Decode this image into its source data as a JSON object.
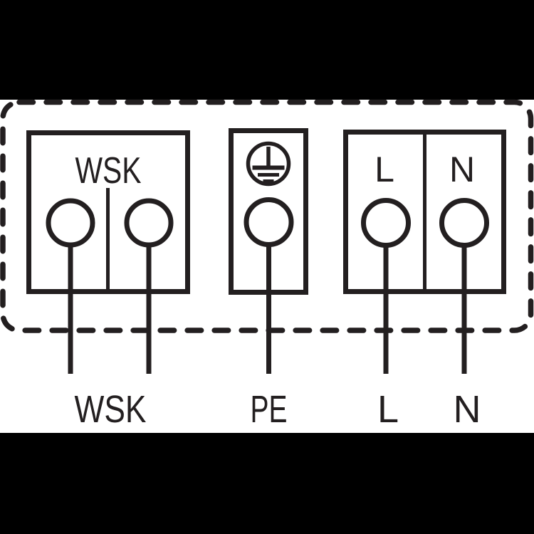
{
  "diagram": {
    "colors": {
      "letterbox": "#000000",
      "panel": "#ffffff",
      "line": "#231f20"
    },
    "boxes": {
      "wsk": {
        "label": "WSK"
      },
      "pe": {
        "icon": "protective-earth-ground"
      },
      "power": {
        "live_label": "L",
        "neutral_label": "N"
      }
    },
    "wire_labels": {
      "wsk": "WSK",
      "pe": "PE",
      "live": "L",
      "neutral": "N"
    }
  }
}
